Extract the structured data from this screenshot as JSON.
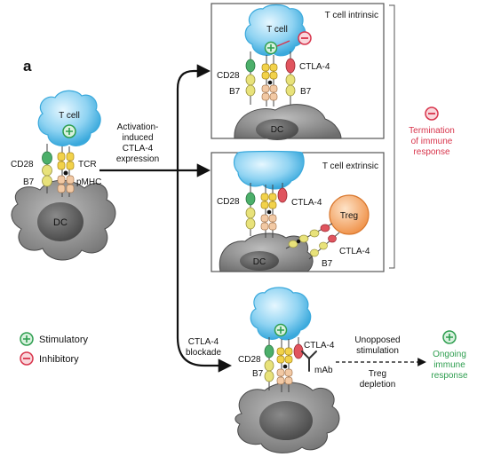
{
  "panel_letter": "a",
  "colors": {
    "tcell_fill": "#8fd3f2",
    "tcell_stroke": "#3aa9dc",
    "dc_fill": "#8c8c8c",
    "dc_nucleus": "#5e5e5e",
    "treg_fill": "#f6a86a",
    "stimulatory": "#2e9e4f",
    "inhibitory": "#d8344b",
    "cd28_green": "#4caf6a",
    "ctla4_red": "#e0545e",
    "tcr_yellow": "#f2d24a",
    "b7_yellow": "#e8e27a",
    "pmhc_peach": "#f2c9a4",
    "panel_border": "#555555"
  },
  "left_panel": {
    "tcell_label": "T cell",
    "cd28_label": "CD28",
    "b7_label": "B7",
    "tcr_label": "TCR",
    "pmhc_label": "pMHC",
    "dc_label": "DC"
  },
  "activation_text": [
    "Activation-",
    "induced",
    "CTLA-4",
    "expression"
  ],
  "blockade_text": [
    "CTLA-4",
    "blockade"
  ],
  "intrinsic_box": {
    "title": "T cell intrinsic",
    "tcell_label": "T cell",
    "cd28_label": "CD28",
    "b7_left_label": "B7",
    "ctla4_label": "CTLA-4",
    "b7_right_label": "B7",
    "dc_label": "DC"
  },
  "extrinsic_box": {
    "title": "T cell extrinsic",
    "cd28_label": "CD28",
    "ctla4_label": "CTLA-4",
    "treg_label": "Treg",
    "treg_ctla4_label": "CTLA-4",
    "b7_label": "B7",
    "dc_label": "DC"
  },
  "termination": [
    "Termination",
    "of immune",
    "response"
  ],
  "blockade_panel": {
    "cd28_label": "CD28",
    "b7_label": "B7",
    "ctla4_label": "CTLA-4",
    "mab_label": "mAb",
    "unopposed": [
      "Unopposed",
      "stimulation"
    ],
    "treg_depletion": [
      "Treg",
      "depletion"
    ],
    "ongoing": [
      "Ongoing",
      "immune",
      "response"
    ]
  },
  "legend": {
    "stimulatory": "Stimulatory",
    "inhibitory": "Inhibitory"
  }
}
